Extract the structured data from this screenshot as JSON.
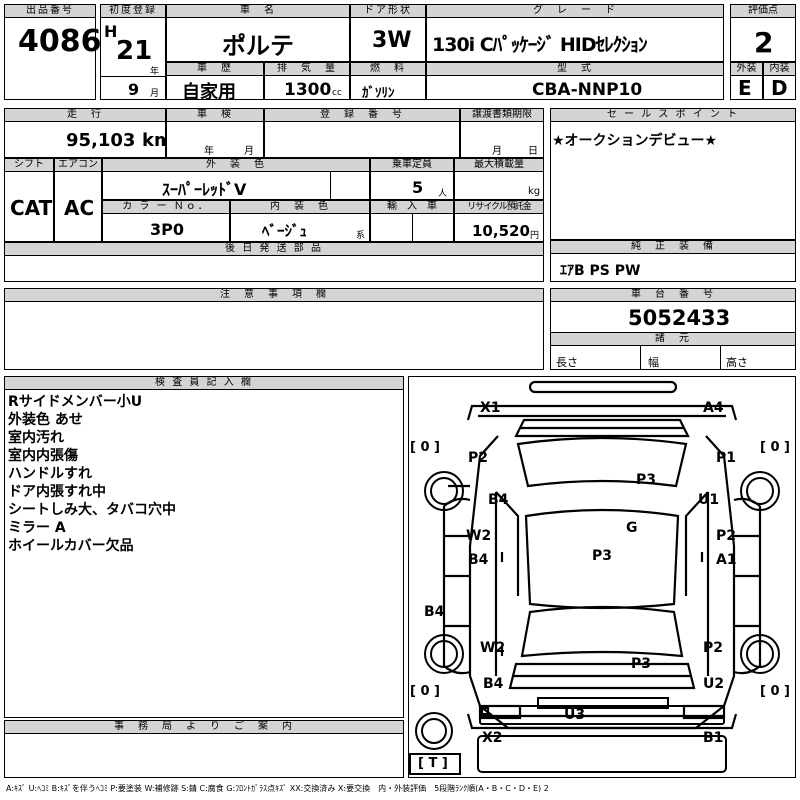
{
  "header": {
    "lot_label": "出品番号",
    "lot_no": "4086",
    "first_reg_label": "初度登録",
    "era": "H",
    "year": "21",
    "year_unit": "年",
    "month": "9",
    "month_unit": "月",
    "name_label": "車　名",
    "car_name": "ポルテ",
    "door_label": "ドア形状",
    "door": "3W",
    "grade_label": "グ　レ　ー　ド",
    "grade": "130i Cﾊﾟｯｹｰｼﾞ HIDｾﾚｸｼｮﾝ",
    "score_label": "評価点",
    "score": "2",
    "history_label": "車　歴",
    "history": "自家用",
    "displacement_label": "排　気　量",
    "displacement": "1300",
    "displacement_unit": "cc",
    "fuel_label": "燃　料",
    "fuel": "ｶﾞｿﾘﾝ",
    "model_label": "型　式",
    "model": "CBA-NNP10",
    "ext_grade_label": "外装",
    "ext_grade": "E",
    "int_grade_label": "内装",
    "int_grade": "D"
  },
  "row2": {
    "mileage_label": "走　行",
    "mileage": "95,103",
    "mileage_unit": "km",
    "inspection_label": "車　検",
    "insp_year_unit": "年",
    "insp_month_unit": "月",
    "reg_no_label": "登　録　番　号",
    "transfer_label": "譲渡書類期限",
    "transfer_month_unit": "月",
    "transfer_day_unit": "日",
    "shift_label": "シフト",
    "shift": "CAT",
    "ac_label": "エアコン",
    "ac": "AC",
    "ext_color_label": "外　装　色",
    "ext_color": "ｽｰﾊﾟｰﾚｯﾄﾞⅤ",
    "capacity_label": "乗車定員",
    "capacity": "5",
    "capacity_unit": "人",
    "load_label": "最大積載量",
    "load_unit": "kg",
    "color_no_label": "カ ラ ー Ｎｏ．",
    "color_no": "3P0",
    "int_color_label": "内　装　色",
    "int_color": "ﾍﾞｰｼﾞｭ",
    "int_color_unit": "系",
    "import_label": "輸　入　車",
    "recycle_label": "リサイクル預託金",
    "recycle": "10,520",
    "recycle_unit": "円"
  },
  "sales_point": {
    "label": "セ ー ル ス ポ イ ン ト",
    "text": "★オークションデビュー★"
  },
  "later_parts": {
    "label": "後 日 発 送 部 品"
  },
  "equipment": {
    "label": "純　正　装　備",
    "text": "ｴｱB PS PW"
  },
  "caution": {
    "label": "注　意　事　項　欄"
  },
  "chassis": {
    "label": "車　台　番　号",
    "number": "5052433"
  },
  "specs": {
    "label": "諸　元",
    "length": "長さ",
    "width": "幅",
    "height": "高さ"
  },
  "inspector": {
    "label": "検 査 員 記 入 欄",
    "notes": [
      "Rサイドメンバー小U",
      "外装色 あせ",
      "室内汚れ",
      "室内内張傷",
      "ハンドルすれ",
      "ドア内張すれ中",
      "シートしみ大、タバコ穴中",
      "ミラー A",
      "ホイールカバー欠品"
    ]
  },
  "office": {
    "label": "事　務　局　よ　り　ご　案　内"
  },
  "diagram": {
    "tires": [
      "0",
      "0",
      "0",
      "0"
    ],
    "spare": "T",
    "labels": [
      "X1",
      "A4",
      "P2",
      "P1",
      "P3",
      "B4",
      "U1",
      "W2",
      "G",
      "P2",
      "B4",
      "P3",
      "A1",
      "B4",
      "W2",
      "P2",
      "P3",
      "B4",
      "U2",
      "U3",
      "X2",
      "B1"
    ]
  },
  "legend": "A:ｷｽﾞ U:ﾍｺﾐ B:ｷｽﾞを伴うﾍｺﾐ P:要塗装 W:補修跡 S:錆 C:腐食 G:ﾌﾛﾝﾄｶﾞﾗｽ点ｷｽﾞ XX:交換済み X:要交換　内・外装評価　5段階ﾗﾝｸ順(A・B・C・D・E) 2"
}
